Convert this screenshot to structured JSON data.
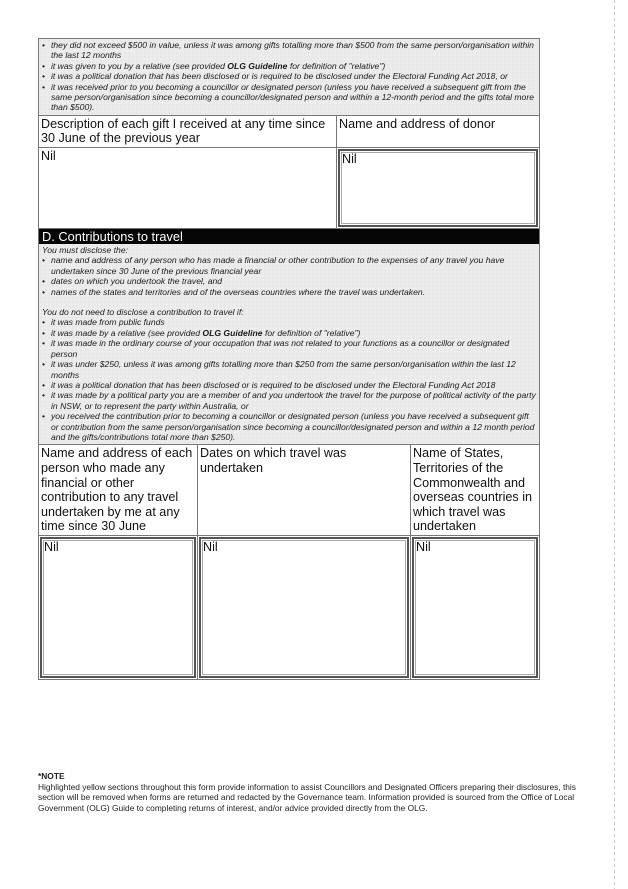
{
  "gifts_section": {
    "exemptions": [
      "they did not exceed $500 in value, unless it was among gifts totalling more than $500 from the same person/organisation within the last 12 months",
      {
        "before": "it was given to you by a relative (see provided ",
        "bold": "OLG Guideline",
        "after": " for definition of \"relative\")"
      },
      "it was a political donation that has been disclosed or is required to be disclosed under the Electoral Funding Act 2018, or",
      "it was received prior to you becoming a councillor or designated person (unless you have received a subsequent gift from the same person/organisation since becoming a councillor/designated person and within a 12-month period and the gifts total more than $500)."
    ],
    "table": {
      "headers": [
        "Description of each gift I received at any time since 30 June of the previous year",
        "Name and address of donor"
      ],
      "values": [
        "Nil",
        "Nil"
      ]
    }
  },
  "travel_section": {
    "title": "D. Contributions to travel",
    "must_disclose_intro": "You must disclose the:",
    "must_disclose": [
      "name and address of any person who has made a financial or other contribution to the expenses of any travel you have undertaken since 30 June of the previous financial year",
      "dates on which you undertook the travel, and",
      "names of the states and territories and of the overseas countries where the travel was undertaken."
    ],
    "exempt_intro": "You do not need to disclose a contribution to travel if:",
    "exemptions": [
      "it was made from public funds",
      {
        "before": "it was made by a relative (see provided ",
        "bold": "OLG Guideline",
        "after": " for definition of \"relative\")"
      },
      "it was made in the ordinary course of your occupation that was not related to your functions as a councillor or designated person",
      "it was under $250, unless it was among gifts totalling more than $250 from the same person/organisation within the last 12 months",
      "it was a political donation that has been disclosed or is required to be disclosed under the Electoral Funding Act 2018",
      "it was made by a political party you are a member of and you undertook the travel for the purpose of political activity of the party in NSW, or to represent the party within Australia, or",
      "you received the contribution prior to becoming a councillor or designated person (unless you have received a subsequent gift or contribution from the same person/organisation since becoming a councillor/designated person and within a 12 month period and the gifts/contributions total more than $250)."
    ],
    "table": {
      "headers": [
        "Name and address of each person who made any financial or other contribution to any travel undertaken by me at any time since 30 June",
        "Dates on which travel was undertaken",
        "Name of States, Territories of the Commonwealth and overseas countries in which travel was undertaken"
      ],
      "values": [
        "Nil",
        "Nil",
        "Nil"
      ]
    }
  },
  "note": {
    "title": "*NOTE",
    "text": "Highlighted yellow sections throughout this form provide information to assist Councillors and Designated Officers preparing their disclosures, this section will be removed when forms are returned and redacted by the Governance team. Information provided is sourced from the Office of Local Government (OLG) Guide to completing returns of interest, and/or advice provided directly from the OLG."
  }
}
